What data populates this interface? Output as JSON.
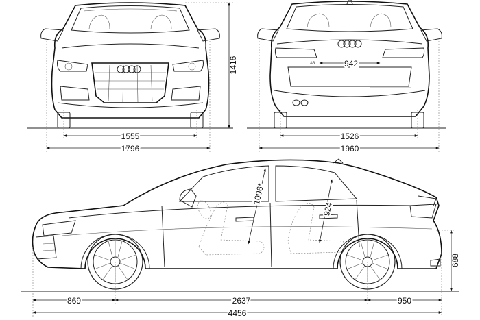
{
  "dimensions": {
    "front_track": "1555",
    "width": "1796",
    "height": "1416",
    "rear_track": "1526",
    "width_with_mirrors": "1960",
    "trunk_opening": "942",
    "front_headroom": "1006*",
    "rear_headroom": "924",
    "rear_load_height": "688",
    "front_overhang": "869",
    "wheelbase": "2637",
    "rear_overhang": "950",
    "length": "4456"
  }
}
